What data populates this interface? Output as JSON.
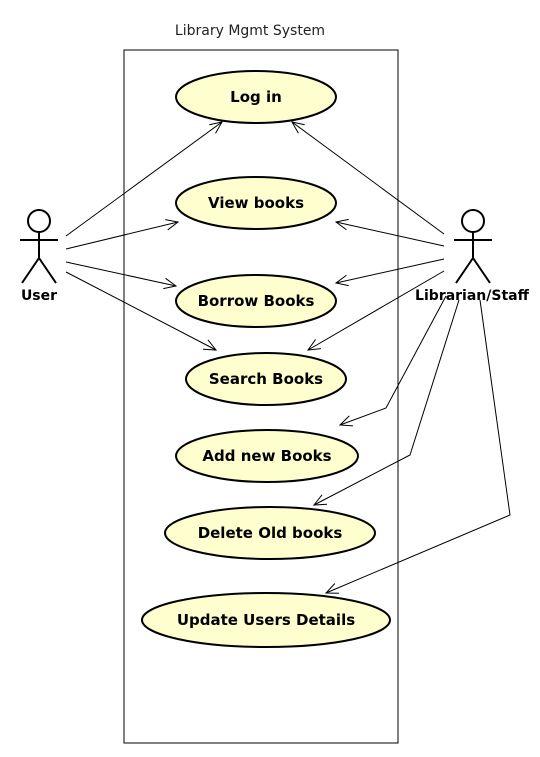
{
  "system": {
    "title": "Library Mgmt System"
  },
  "colors": {
    "use_case_fill": "#FEFECE",
    "actor_fill": "#FEFECE",
    "line": "#000000"
  },
  "actors": [
    {
      "id": "user",
      "label": "User"
    },
    {
      "id": "librarian",
      "label": "Librarian/Staff"
    }
  ],
  "use_cases": [
    {
      "id": "login",
      "label": "Log in"
    },
    {
      "id": "view",
      "label": "View books"
    },
    {
      "id": "borrow",
      "label": "Borrow Books"
    },
    {
      "id": "search",
      "label": "Search Books"
    },
    {
      "id": "add",
      "label": "Add new Books"
    },
    {
      "id": "delete",
      "label": "Delete Old books"
    },
    {
      "id": "update",
      "label": "Update Users Details"
    }
  ],
  "associations": [
    {
      "from": "user",
      "to": "login"
    },
    {
      "from": "user",
      "to": "view"
    },
    {
      "from": "user",
      "to": "borrow"
    },
    {
      "from": "user",
      "to": "search"
    },
    {
      "from": "librarian",
      "to": "login"
    },
    {
      "from": "librarian",
      "to": "view"
    },
    {
      "from": "librarian",
      "to": "borrow"
    },
    {
      "from": "librarian",
      "to": "search"
    },
    {
      "from": "librarian",
      "to": "add"
    },
    {
      "from": "librarian",
      "to": "delete"
    },
    {
      "from": "librarian",
      "to": "update"
    }
  ]
}
